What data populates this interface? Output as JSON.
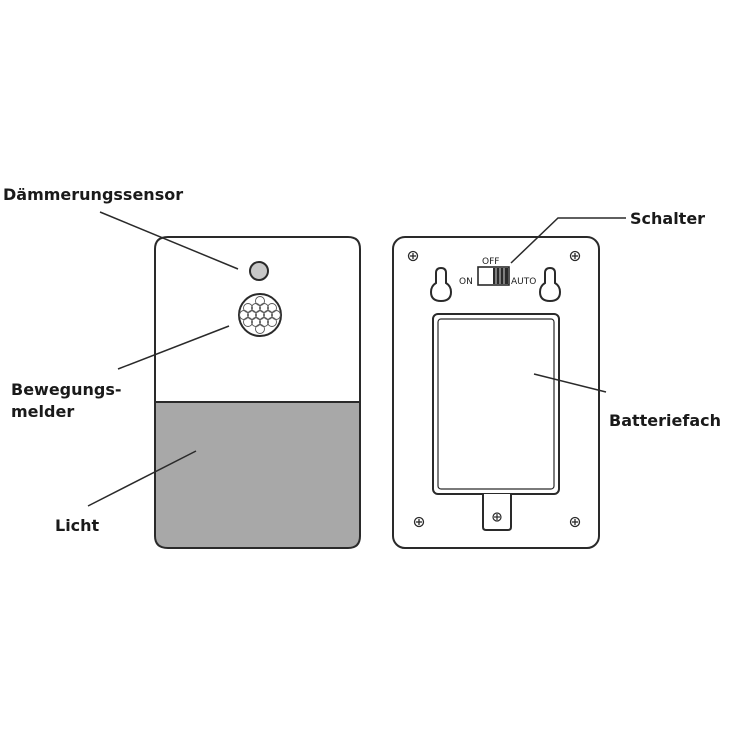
{
  "labels": {
    "twilight_sensor": "Dämmerungssensor",
    "motion_sensor_line1": "Bewegungs-",
    "motion_sensor_line2": "melder",
    "light": "Licht",
    "switch": "Schalter",
    "battery": "Batteriefach"
  },
  "switch_positions": {
    "on": "ON",
    "off": "OFF",
    "auto": "AUTO"
  },
  "colors": {
    "outline": "#2a2a2a",
    "light_panel": "#a8a8a8",
    "sensor_fill": "#c8c8c8",
    "background": "#ffffff"
  }
}
